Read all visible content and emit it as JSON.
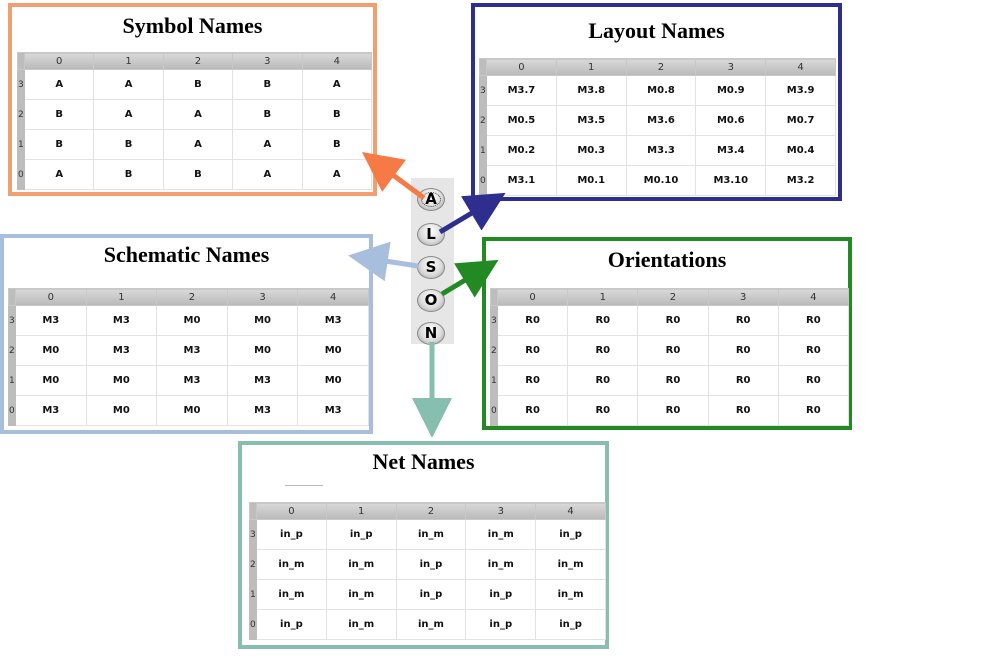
{
  "panels": {
    "symbol": {
      "title": "Symbol Names",
      "border_color": "#f0a070",
      "columns": [
        "0",
        "1",
        "2",
        "3",
        "4"
      ],
      "rows": [
        {
          "label": "3",
          "cells": [
            "A",
            "A",
            "B",
            "B",
            "A"
          ]
        },
        {
          "label": "2",
          "cells": [
            "B",
            "A",
            "A",
            "B",
            "B"
          ]
        },
        {
          "label": "1",
          "cells": [
            "B",
            "B",
            "A",
            "A",
            "B"
          ]
        },
        {
          "label": "0",
          "cells": [
            "A",
            "B",
            "B",
            "A",
            "A"
          ]
        }
      ]
    },
    "layout": {
      "title": "Layout Names",
      "border_color": "#2e2e8e",
      "columns": [
        "0",
        "1",
        "2",
        "3",
        "4"
      ],
      "rows": [
        {
          "label": "3",
          "cells": [
            "M3.7",
            "M3.8",
            "M0.8",
            "M0.9",
            "M3.9"
          ]
        },
        {
          "label": "2",
          "cells": [
            "M0.5",
            "M3.5",
            "M3.6",
            "M0.6",
            "M0.7"
          ]
        },
        {
          "label": "1",
          "cells": [
            "M0.2",
            "M0.3",
            "M3.3",
            "M3.4",
            "M0.4"
          ]
        },
        {
          "label": "0",
          "cells": [
            "M3.1",
            "M0.1",
            "M0.10",
            "M3.10",
            "M3.2"
          ]
        }
      ]
    },
    "schematic": {
      "title": "Schematic Names",
      "border_color": "#a7bfdc",
      "columns": [
        "0",
        "1",
        "2",
        "3",
        "4"
      ],
      "rows": [
        {
          "label": "3",
          "cells": [
            "M3",
            "M3",
            "M0",
            "M0",
            "M3"
          ]
        },
        {
          "label": "2",
          "cells": [
            "M0",
            "M3",
            "M3",
            "M0",
            "M0"
          ]
        },
        {
          "label": "1",
          "cells": [
            "M0",
            "M0",
            "M3",
            "M3",
            "M0"
          ]
        },
        {
          "label": "0",
          "cells": [
            "M3",
            "M0",
            "M0",
            "M3",
            "M3"
          ]
        }
      ]
    },
    "orientations": {
      "title": "Orientations",
      "border_color": "#238a23",
      "columns": [
        "0",
        "1",
        "2",
        "3",
        "4"
      ],
      "rows": [
        {
          "label": "3",
          "cells": [
            "R0",
            "R0",
            "R0",
            "R0",
            "R0"
          ]
        },
        {
          "label": "2",
          "cells": [
            "R0",
            "R0",
            "R0",
            "R0",
            "R0"
          ]
        },
        {
          "label": "1",
          "cells": [
            "R0",
            "R0",
            "R0",
            "R0",
            "R0"
          ]
        },
        {
          "label": "0",
          "cells": [
            "R0",
            "R0",
            "R0",
            "R0",
            "R0"
          ]
        }
      ]
    },
    "net": {
      "title": "Net Names",
      "border_color": "#86beb0",
      "columns": [
        "0",
        "1",
        "2",
        "3",
        "4"
      ],
      "rows": [
        {
          "label": "3",
          "cells": [
            "in_p",
            "in_p",
            "in_m",
            "in_m",
            "in_p"
          ]
        },
        {
          "label": "2",
          "cells": [
            "in_m",
            "in_m",
            "in_p",
            "in_m",
            "in_m"
          ]
        },
        {
          "label": "1",
          "cells": [
            "in_m",
            "in_m",
            "in_p",
            "in_p",
            "in_m"
          ]
        },
        {
          "label": "0",
          "cells": [
            "in_p",
            "in_m",
            "in_m",
            "in_p",
            "in_p"
          ]
        }
      ]
    }
  },
  "toolbar": {
    "buttons": [
      {
        "label": "A",
        "active": true
      },
      {
        "label": "L",
        "active": false
      },
      {
        "label": "S",
        "active": false
      },
      {
        "label": "O",
        "active": false
      },
      {
        "label": "N",
        "active": false
      }
    ]
  },
  "arrow_colors": {
    "symbol": "#f57a45",
    "layout": "#2e2e8e",
    "schematic": "#a7bfdc",
    "orientations": "#238a23",
    "net": "#86beb0"
  }
}
